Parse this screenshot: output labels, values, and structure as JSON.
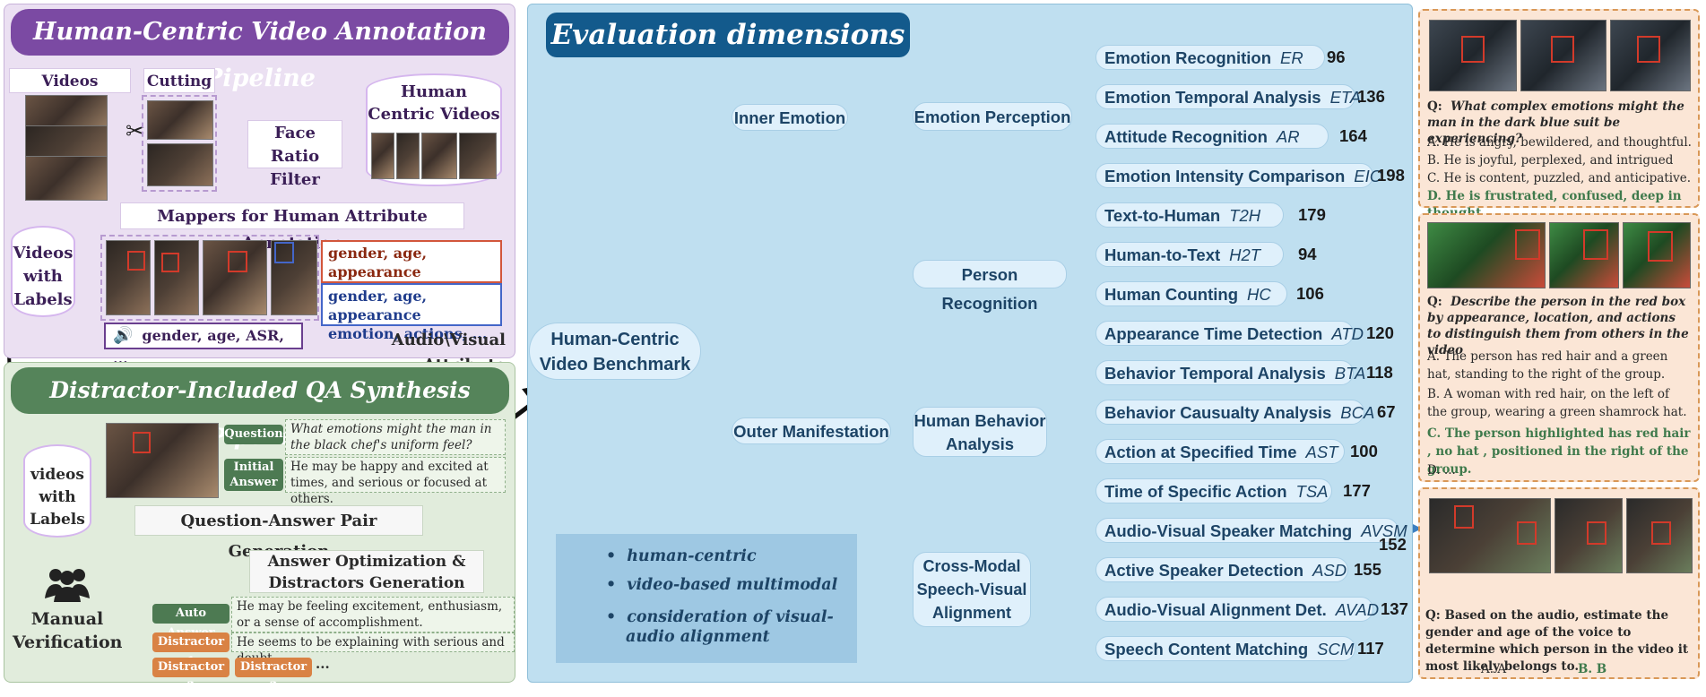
{
  "annotation": {
    "title": "Human-Centric Video Annotation Pipeline",
    "videos_source": "Videos Source",
    "cutting": "Cutting",
    "face_ratio_filter": "Face Ratio Filter",
    "human_centric_videos": "Human Centric Videos",
    "mappers": "Mappers for Human Attribute Annotation",
    "videos_with_labels": "Videos with Labels",
    "attr_red": "gender, age, appearance emotion, actions, ...",
    "attr_blue": "gender, age, appearance emotion, actions, ...",
    "attr_audio": "gender, age, ASR, ...",
    "audio_visual_attribute": "Audio\\Visual Attribute"
  },
  "qa": {
    "title": "Distractor-Included QA Synthesis Pipeline",
    "question_tag": "Question",
    "question_text": "What emotions might the man in the black chef's uniform feel?",
    "initial_answer_tag": "Initial Answer",
    "initial_answer_text": "He may be happy and excited at times, and serious or focused at others.",
    "videos_with_labels": "videos with Labels",
    "qa_pair_generation": "Question-Answer Pair Generation",
    "answer_optimization": "Answer Optimization & Distractors Generation",
    "manual_verification": "Manual Verification",
    "auto_answer_tag": "Auto Answer",
    "auto_answer_text": "He may be feeling excitement, enthusiasm, or a sense of accomplishment.",
    "distractor1_tag": "Distractor 1",
    "distractor1_text": "He seems to be explaining with serious and doubt.",
    "distractor2_tag": "Distractor 2",
    "distractor3_tag": "Distractor 3",
    "ellipsis": "..."
  },
  "evaluation": {
    "title": "Evaluation dimensions",
    "root": "Human-Centric Video Benchmark",
    "inner_emotion": "Inner Emotion",
    "outer_manifestation": "Outer Manifestation",
    "emotion_perception": "Emotion Perception",
    "person_recognition": "Person Recognition",
    "human_behavior_analysis": "Human Behavior Analysis",
    "cross_modal": "Cross-Modal Speech-Visual Alignment",
    "tasks": [
      {
        "name": "Emotion Recognition",
        "abbr": "ER",
        "count": "96"
      },
      {
        "name": "Emotion Temporal Analysis",
        "abbr": "ETA",
        "count": "136"
      },
      {
        "name": "Attitude Recognition",
        "abbr": "AR",
        "count": "164"
      },
      {
        "name": "Emotion Intensity Comparison",
        "abbr": "EIC",
        "count": "198"
      },
      {
        "name": "Text-to-Human",
        "abbr": "T2H",
        "count": "179"
      },
      {
        "name": "Human-to-Text",
        "abbr": "H2T",
        "count": "94"
      },
      {
        "name": "Human Counting",
        "abbr": "HC",
        "count": "106"
      },
      {
        "name": "Appearance Time Detection",
        "abbr": "ATD",
        "count": "120"
      },
      {
        "name": "Behavior Temporal Analysis",
        "abbr": "BTA",
        "count": "118"
      },
      {
        "name": "Behavior Causualty Analysis",
        "abbr": "BCA",
        "count": "67"
      },
      {
        "name": "Action at Specified Time",
        "abbr": "AST",
        "count": "100"
      },
      {
        "name": "Time of Specific Action",
        "abbr": "TSA",
        "count": "177"
      },
      {
        "name": "Audio-Visual Speaker Matching",
        "abbr": "AVSM",
        "count": "152"
      },
      {
        "name": "Active Speaker Detection",
        "abbr": "ASD",
        "count": "155"
      },
      {
        "name": "Audio-Visual Alignment Det.",
        "abbr": "AVAD",
        "count": "137"
      },
      {
        "name": "Speech Content Matching",
        "abbr": "SCM",
        "count": "117"
      }
    ],
    "keywords": [
      "human-centric",
      "video-based multimodal",
      "consideration of visual-audio alignment"
    ]
  },
  "examples": {
    "ex1": {
      "question": "What complex emotions might the man in the dark blue suit be experiencing?",
      "q_prefix": "Q:",
      "options": [
        "A. He is angry, bewildered, and thoughtful.",
        "B. He is joyful, perplexed, and intrigued",
        "C. He is content, puzzled, and anticipative.",
        "D. He is frustrated, confused, deep in thought."
      ]
    },
    "ex2": {
      "question": "Describe the person in the red box by appearance, location, and actions to distinguish them from others in the video",
      "q_prefix": "Q:",
      "options": [
        "A. The person has red hair and a green hat, standing to the right of the group.",
        "B. A woman with red hair,  on the left of the group, wearing a green shamrock hat.",
        "C. The person highlighted has red hair , no hat , positioned in the right of the group.",
        "D. ..."
      ]
    },
    "ex3": {
      "question": "Q: Based on the audio, estimate the gender and age of the voice to determine which person in the video it most likely belongs to.",
      "option_a": "A. A",
      "option_b": "B. B"
    }
  },
  "colors": {
    "annotation_accent": "#7b4aa3",
    "qa_accent": "#55845a",
    "eval_title": "#135a8c",
    "tree_line": "#1f5a8a",
    "example_border": "#d99857",
    "correct_answer": "#3f7a4c"
  }
}
